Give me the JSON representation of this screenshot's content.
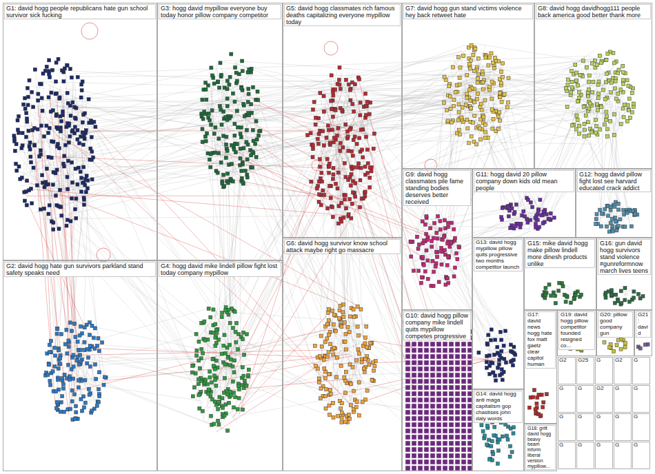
{
  "diagram": {
    "nodes": [
      {
        "text": [
          "G1: david hogg people republicans hate gun school survivor sick fucking"
        ]
      },
      {
        "text": [
          "G3: hogg david mypillow everyone buy today honor pillow company competitor"
        ]
      },
      {
        "text": [
          "G5: david hogg classmates rich famous deaths capitalizing everyone mypillow today"
        ]
      },
      {
        "text": [
          "G7: david hogg gun stand victims violence hey back retweet hate"
        ]
      },
      {
        "text": [
          "G8: david hogg davidhogg111 people back america good better thank more"
        ]
      },
      {
        "text": [
          "G9: david hogg classmates pile fame standing bodies deserves better received"
        ]
      },
      {
        "text": [
          "G11: hogg david 20 pillow company down kids old mean people"
        ]
      },
      {
        "text": [
          "G12: hogg david pillow fight lost see harvard educated crack addict"
        ]
      },
      {
        "text": [
          "G2: david hogg hate gun survivors parkland stand safety speaks need"
        ]
      },
      {
        "text": [
          "G4: hogg david mike lindell pillow fight lost today company mypillow"
        ]
      },
      {
        "text": [
          "G6: david hogg survivor know school attack maybe right go massacre"
        ]
      },
      {
        "text": [
          "G13: david hogg mypillow pillow quits progressive two months competitor launch"
        ]
      },
      {
        "text": [
          "G15: mike david hogg make pillow lindell more dinesh products unlike"
        ]
      },
      {
        "text": [
          "G16: gun david hogg survivors stand violence #gunreformnow march lives teens"
        ]
      },
      {
        "text": [
          "G10: david hogg pillow company mike lindell quits mypillow competes progressive"
        ]
      },
      {
        "text": [
          "G17: david news hogg hate fox matt gaetz clear capitol human"
        ]
      },
      {
        "text": [
          "G19: david hogg pillow competitor founded resigned co..."
        ]
      },
      {
        "text": [
          "G20: pillow good company gun"
        ]
      },
      {
        "text": [
          "G21: david"
        ]
      },
      {
        "text": [
          "G14: david hogg anti maga capitalism gop chastises john daly words"
        ]
      },
      {
        "text": [
          "G18: grift david hogg beavy beam inform liberal version mypillow..."
        ]
      }
    ],
    "labels": [
      "G2",
      "G25",
      "G",
      "G2",
      "G",
      "G",
      "G",
      "G2",
      "G",
      "G",
      "G",
      "G",
      "G",
      "G",
      "G",
      "G",
      "G",
      "G",
      "G",
      "G"
    ]
  }
}
